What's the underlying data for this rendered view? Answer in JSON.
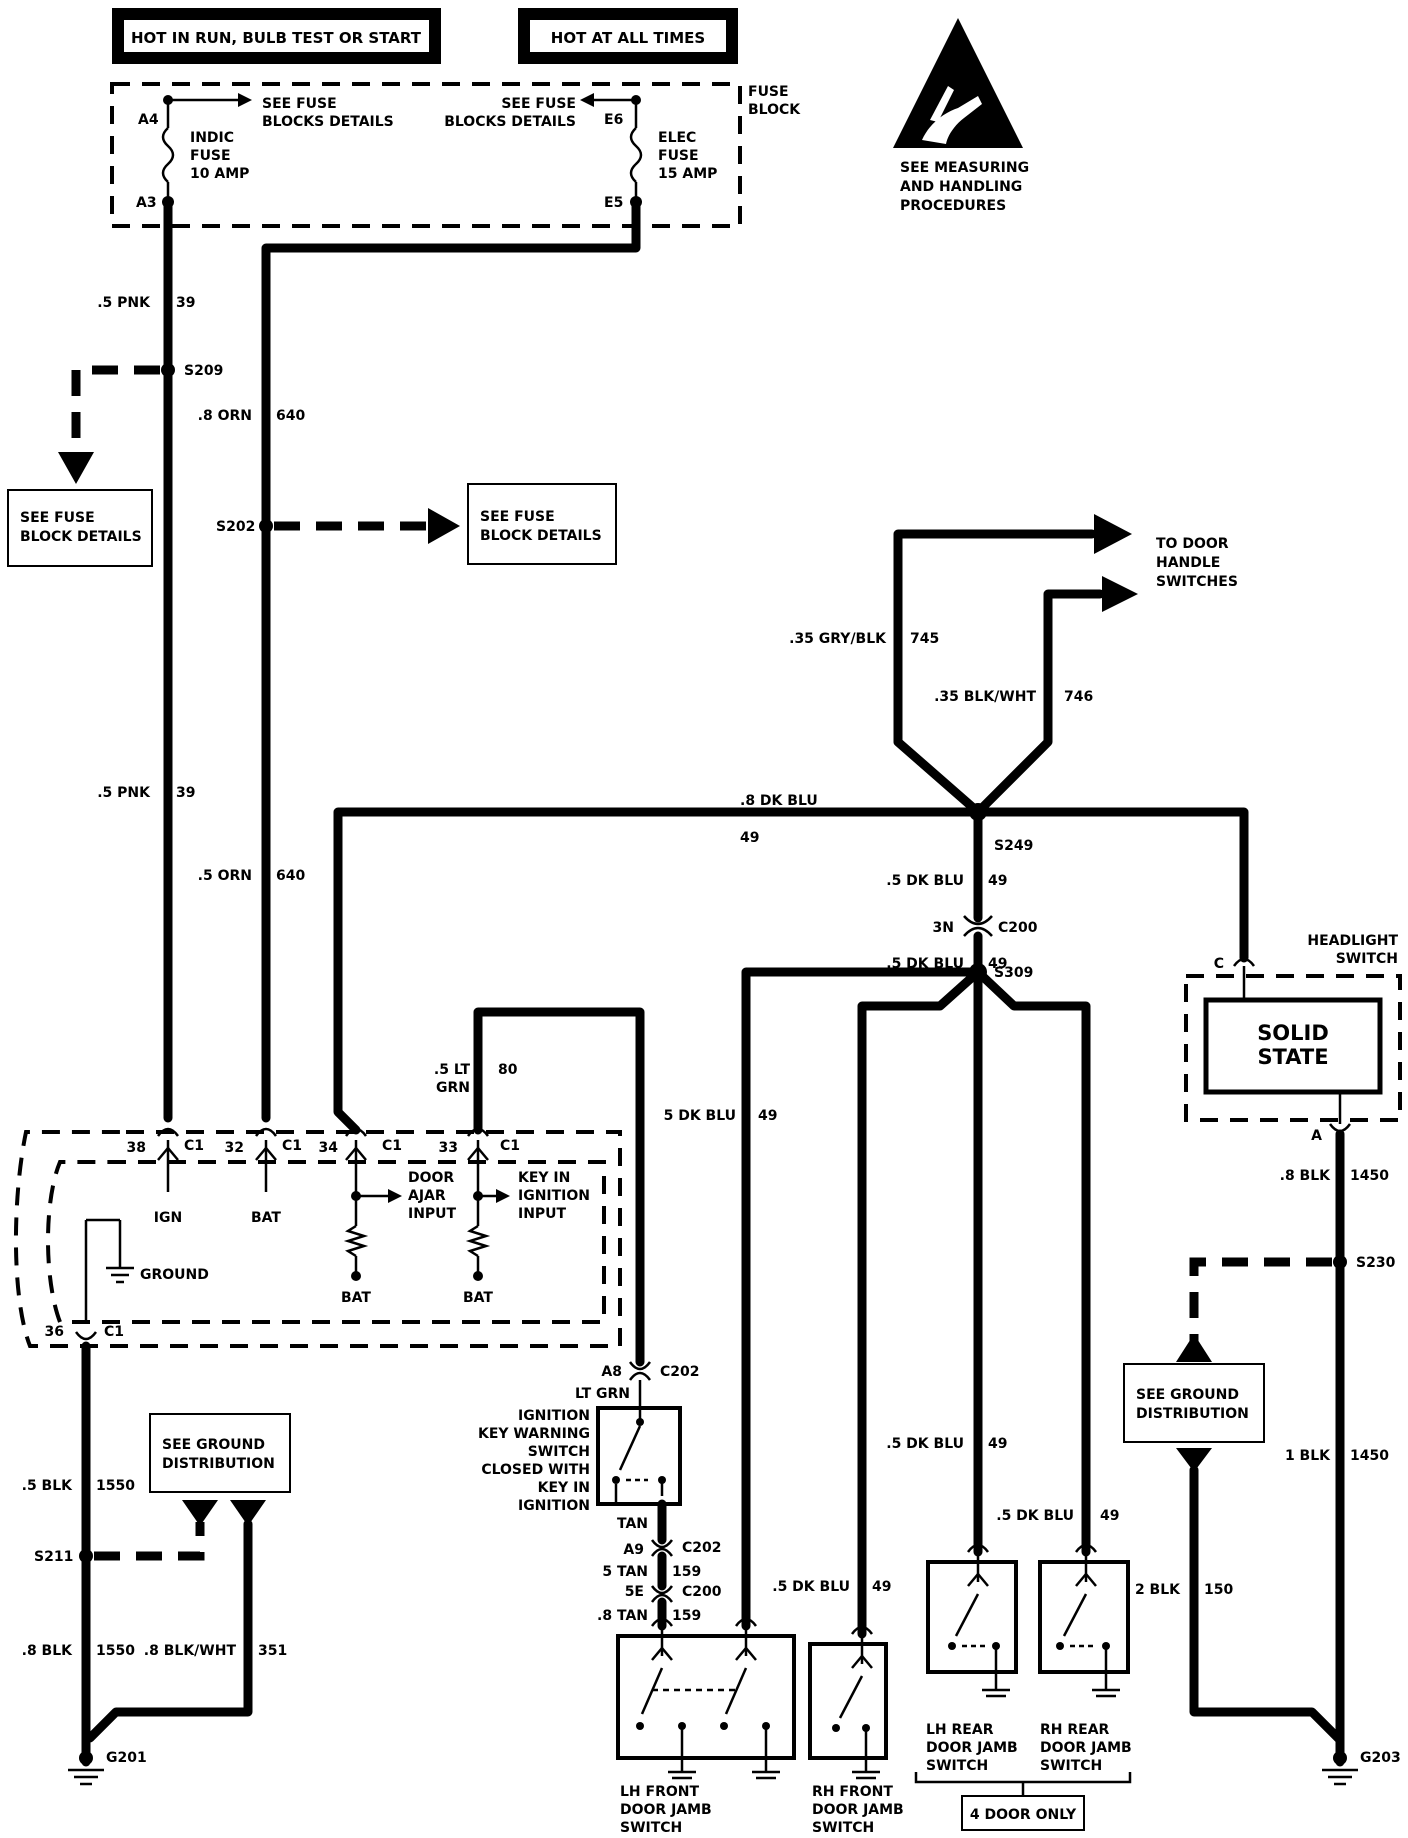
{
  "header": {
    "hot_run": "HOT IN RUN, BULB TEST OR START",
    "hot_all": "HOT AT ALL TIMES",
    "esd_note": [
      "SEE MEASURING",
      "AND HANDLING",
      "PROCEDURES"
    ]
  },
  "fuse_block": {
    "title": [
      "FUSE",
      "BLOCK"
    ],
    "see_left": [
      "SEE FUSE",
      "BLOCKS DETAILS"
    ],
    "see_right": [
      "SEE FUSE",
      "BLOCKS DETAILS"
    ],
    "indic_fuse": [
      "INDIC",
      "FUSE",
      "10 AMP"
    ],
    "elec_fuse": [
      "ELEC",
      "FUSE",
      "15 AMP"
    ],
    "pins": {
      "a4": "A4",
      "a3": "A3",
      "e6": "E6",
      "e5": "E5"
    }
  },
  "wires": {
    "pnk_top": ".5 PNK",
    "pnk_top_n": "39",
    "pnk_mid": ".5 PNK",
    "pnk_mid_n": "39",
    "orn8": ".8 ORN",
    "orn8_n": "640",
    "orn5": ".5 ORN",
    "orn5_n": "640",
    "ltgrn": [
      ".5 LT",
      "GRN"
    ],
    "ltgrn_n": "80",
    "gryblk": ".35 GRY/BLK",
    "gryblk_n": "745",
    "blkwht": ".35 BLK/WHT",
    "blkwht_n": "746",
    "dkblu8": ".8 DK BLU",
    "dkblu8_n": "49",
    "dkblu_a": ".5 DK BLU",
    "dkblu_a_n": "49",
    "dkblu_b": ".5 DK BLU",
    "dkblu_b_n": "49",
    "dkblu_c": "5 DK BLU",
    "dkblu_c_n": "49",
    "dkblu_d": ".5 DK BLU",
    "dkblu_d_n": "49",
    "dkblu_e": ".5 DK BLU",
    "dkblu_e_n": "49",
    "dkblu_f": ".5 DK BLU",
    "dkblu_f_n": "49",
    "blk5": ".5 BLK",
    "blk5_n": "1550",
    "blk8": ".8 BLK",
    "blk8_n": "1550",
    "blkwht8": ".8 BLK/WHT",
    "blkwht8_n": "351",
    "blk8r": ".8 BLK",
    "blk8r_n": "1450",
    "blk1": "1 BLK",
    "blk1_n": "1450",
    "blk2": "2 BLK",
    "blk2_n": "150",
    "ltgrn_mid": "LT GRN",
    "tan": "TAN",
    "tan5": "5 TAN",
    "tan5_n": "159",
    "tan8": ".8 TAN",
    "tan8_n": "159"
  },
  "splices": {
    "s209": "S209",
    "s202": "S202",
    "s249": "S249",
    "s309": "S309",
    "s211": "S211",
    "s230": "S230",
    "g201": "G201",
    "g203": "G203"
  },
  "connectors": {
    "c200": "C200",
    "c200_pin": "3N",
    "c202": "C202",
    "a8": "A8",
    "a9": "A9",
    "c202b": "C202",
    "se": "5E",
    "c200b": "C200"
  },
  "boxes": {
    "see_fuse_left": [
      "SEE FUSE",
      "BLOCK DETAILS"
    ],
    "see_fuse_mid": [
      "SEE FUSE",
      "BLOCK DETAILS"
    ],
    "see_ground_left": [
      "SEE GROUND",
      "DISTRIBUTION"
    ],
    "see_ground_right": [
      "SEE GROUND",
      "DISTRIBUTION"
    ],
    "four_door": "4 DOOR ONLY"
  },
  "door_handle": [
    "TO DOOR",
    "HANDLE",
    "SWITCHES"
  ],
  "headlight": {
    "title": [
      "HEADLIGHT",
      "SWITCH"
    ],
    "solid": [
      "SOLID",
      "STATE"
    ],
    "pin_c": "C",
    "pin_a": "A"
  },
  "module": {
    "pin38": "38",
    "pin32": "32",
    "pin34": "34",
    "pin33": "33",
    "pin36": "36",
    "c1": "C1",
    "ign": "IGN",
    "bat": "BAT",
    "door_ajar": [
      "DOOR",
      "AJAR",
      "INPUT"
    ],
    "key_in": [
      "KEY IN",
      "IGNITION",
      "INPUT"
    ],
    "ground": "GROUND",
    "bat2": "BAT",
    "bat3": "BAT"
  },
  "key_switch": [
    "IGNITION",
    "KEY WARNING",
    "SWITCH",
    "CLOSED WITH",
    "KEY IN",
    "IGNITION"
  ],
  "switches": {
    "lh_front": [
      "LH FRONT",
      "DOOR JAMB",
      "SWITCH"
    ],
    "rh_front": [
      "RH FRONT",
      "DOOR JAMB",
      "SWITCH"
    ],
    "lh_rear": [
      "LH REAR",
      "DOOR JAMB",
      "SWITCH"
    ],
    "rh_rear": [
      "RH REAR",
      "DOOR JAMB",
      "SWITCH"
    ]
  }
}
